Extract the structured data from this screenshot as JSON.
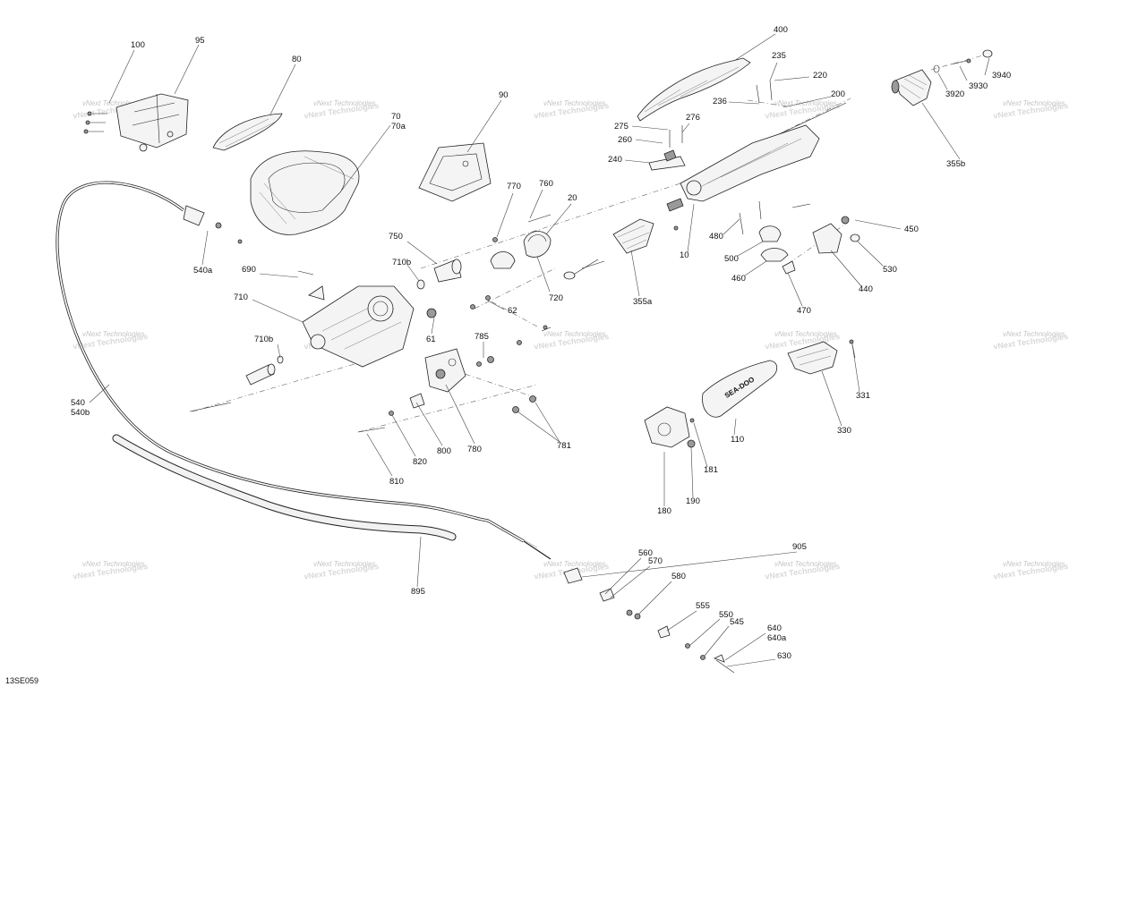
{
  "diagram": {
    "reference_code": "13SE059",
    "watermark_text": "vNext Technologies",
    "logo_text": "SEA-DOO",
    "callouts": [
      "100",
      "95",
      "80",
      "70",
      "70a",
      "90",
      "400",
      "235",
      "220",
      "200",
      "236",
      "3940",
      "3930",
      "3920",
      "275",
      "276",
      "260",
      "240",
      "770",
      "760",
      "20",
      "750",
      "710b",
      "690",
      "710",
      "62",
      "61",
      "785",
      "710b",
      "540",
      "540b",
      "540a",
      "355a",
      "720",
      "10",
      "355b",
      "480",
      "500",
      "460",
      "450",
      "530",
      "440",
      "470",
      "331",
      "330",
      "110",
      "181",
      "190",
      "180",
      "781",
      "780",
      "800",
      "820",
      "810",
      "895",
      "905",
      "560",
      "570",
      "580",
      "555",
      "550",
      "545",
      "640",
      "640a",
      "630"
    ]
  }
}
